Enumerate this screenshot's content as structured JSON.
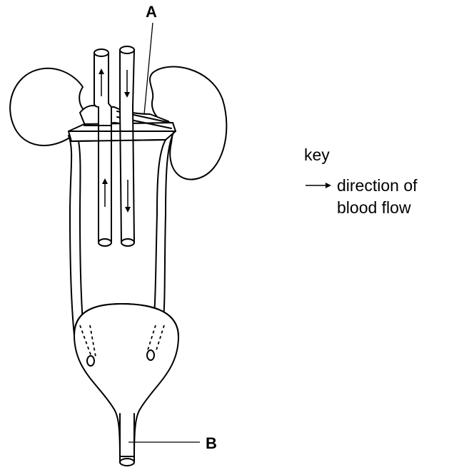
{
  "labels": {
    "a": "A",
    "b": "B"
  },
  "key": {
    "title": "key",
    "arrow_line1": "direction of",
    "arrow_line2": "blood flow"
  }
}
